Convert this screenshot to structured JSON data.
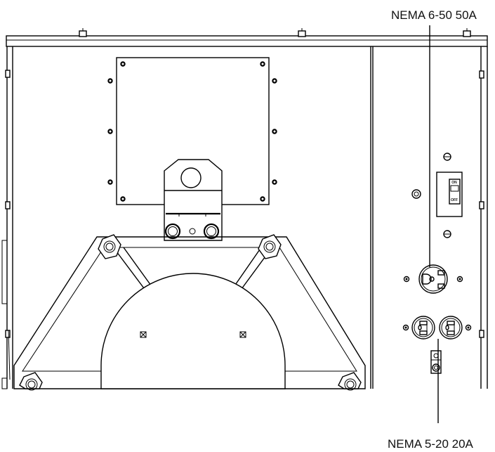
{
  "labels": {
    "top_callout": "NEMA 6-50 50A",
    "bottom_callout": "NEMA 5-20 20A",
    "breaker_on": "ON",
    "breaker_off": "OFF"
  },
  "colors": {
    "line": "#000000",
    "background": "#ffffff",
    "text": "#111111"
  }
}
